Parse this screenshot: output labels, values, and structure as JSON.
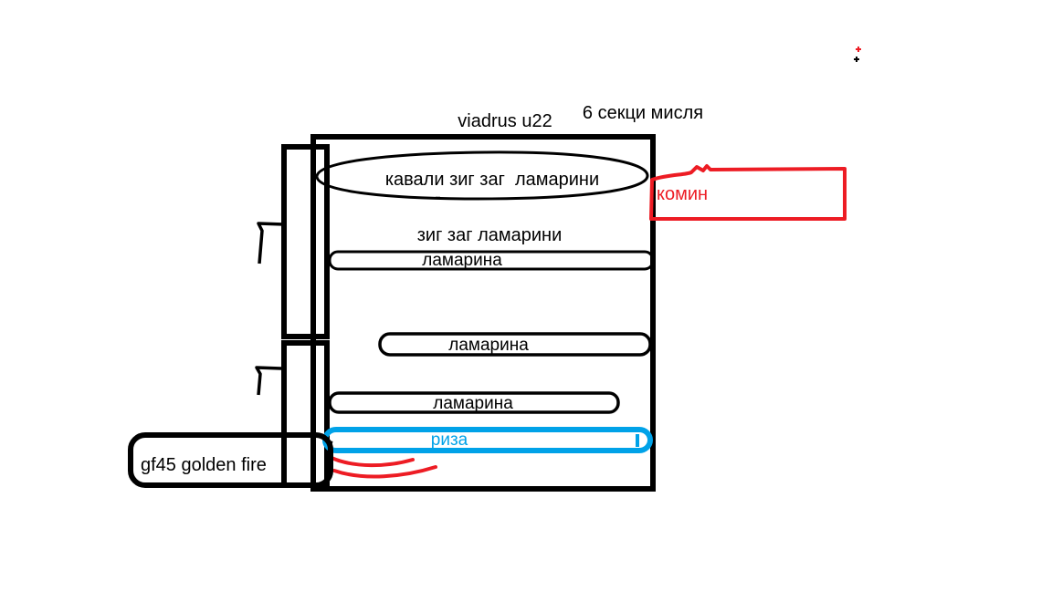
{
  "diagram": {
    "header": {
      "model": "viadrus u22",
      "sections_note": "6 секци мисля"
    },
    "boiler": {
      "top_channel_label": "кавали зиг заг  ламарини",
      "zigzag_label": "зиг заг ламарини",
      "plates": [
        "ламарина",
        "ламарина",
        "ламарина"
      ],
      "jacket_label": "риза"
    },
    "chimney_label": "комин",
    "burner_label": "gf45 golden fire"
  },
  "colors": {
    "ink": "#000000",
    "red": "#ED1C24",
    "blue": "#00A2E8",
    "canvas": "#FFFFFF"
  }
}
